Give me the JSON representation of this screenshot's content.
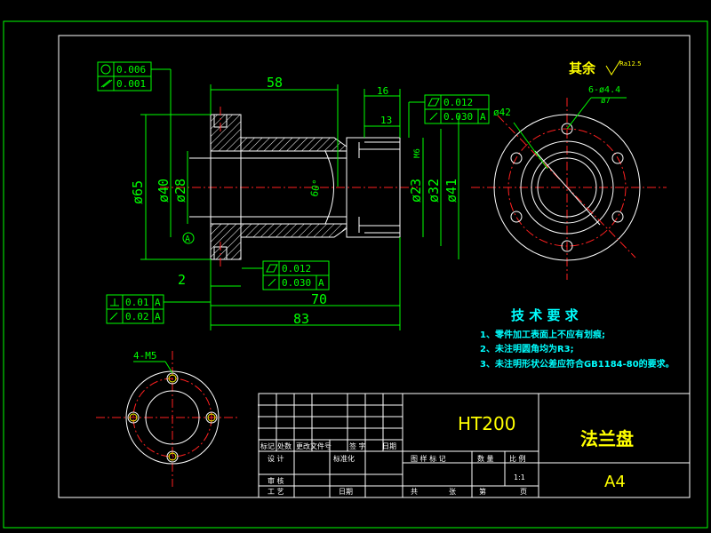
{
  "drawing": {
    "roughness": {
      "prefix": "其余",
      "symbol_value": "Ra12.5"
    },
    "dims": {
      "d58": "58",
      "d16": "16",
      "d13": "13",
      "d2": "2",
      "d70": "70",
      "d83": "83",
      "phi65": "ø65",
      "phi40": "ø40",
      "phi28": "ø28",
      "phi23": "ø23",
      "phi32": "ø32",
      "phi41": "ø41",
      "angle60": "60°",
      "m6": "M6",
      "phi42": "ø42",
      "holes6": "6-ø4.4",
      "phi7": "ø7",
      "m5": "4-M5",
      "datum": "A"
    },
    "tolerances": {
      "top_left": [
        {
          "symbol": "circle",
          "value": "0.006"
        },
        {
          "symbol": "cylindricity",
          "value": "0.001"
        }
      ],
      "top_right": [
        {
          "symbol": "flatness",
          "value": "0.012"
        },
        {
          "symbol": "runout",
          "value": "0.030",
          "datum": "A"
        }
      ],
      "bottom_mid": [
        {
          "symbol": "flatness",
          "value": "0.012"
        },
        {
          "symbol": "runout",
          "value": "0.030",
          "datum": "A"
        }
      ],
      "bottom_left": [
        {
          "symbol": "perpendicular",
          "value": "0.01",
          "datum": "A"
        },
        {
          "symbol": "runout",
          "value": "0.02",
          "datum": "A"
        }
      ]
    },
    "tech_req": {
      "title": "技 术 要 求",
      "items": [
        "1、零件加工表面上不应有划痕;",
        "2、未注明圆角均为R3;",
        "3、未注明形状公差应符合GB1184-80的要求。"
      ]
    },
    "title_block": {
      "material": "HT200",
      "part_name": "法兰盘",
      "sheet_size": "A4",
      "row_marks": [
        "标记",
        "处数",
        "更改文件号",
        "签 字",
        "日期"
      ],
      "design": "设 计",
      "standardize": "标准化",
      "review": "审 核",
      "process": "工 艺",
      "date": "日期",
      "stage_mark": "图 样 标 记",
      "quantity": "数 量",
      "scale": "比 例",
      "scale_value": "1:1",
      "total": "共",
      "sheet": "张",
      "page": "第",
      "page2": "页"
    }
  }
}
